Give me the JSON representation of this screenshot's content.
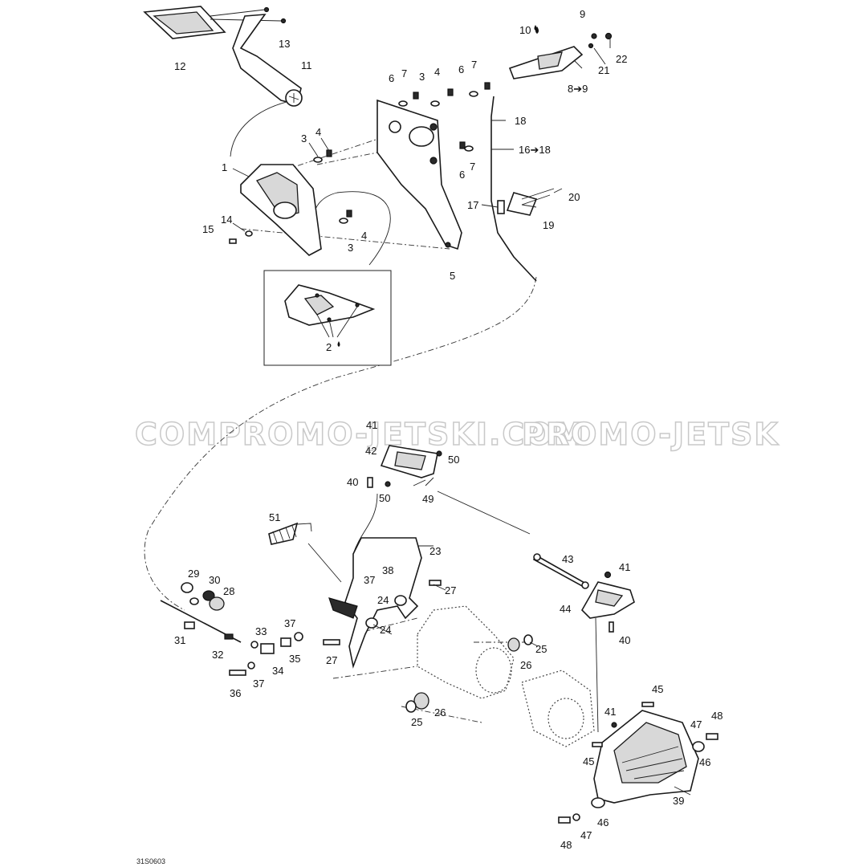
{
  "watermark": {
    "left": "COM",
    "middle": "PROMO-JETSKI.COM",
    "right": "PROMO-JETSK"
  },
  "drawing_ref": "31S0603",
  "callouts": {
    "c1": "1",
    "c2": "2",
    "c3a": "3",
    "c3b": "3",
    "c3c": "3",
    "c4a": "4",
    "c4b": "4",
    "c4c": "4",
    "c5": "5",
    "c6a": "6",
    "c6b": "6",
    "c6c": "6",
    "c7a": "7",
    "c7b": "7",
    "c7c": "7",
    "c8": "8➔9",
    "c9": "9",
    "c10": "10",
    "c11": "11",
    "c12": "12",
    "c13": "13",
    "c14": "14",
    "c15": "15",
    "c16": "16➔18",
    "c17": "17",
    "c18": "18",
    "c19": "19",
    "c20": "20",
    "c21": "21",
    "c22": "22",
    "c23": "23",
    "c24a": "24",
    "c24b": "24",
    "c25a": "25",
    "c25b": "25",
    "c26a": "26",
    "c26b": "26",
    "c27a": "27",
    "c27b": "27",
    "c28": "28",
    "c29": "29",
    "c30": "30",
    "c31": "31",
    "c32": "32",
    "c33": "33",
    "c34": "34",
    "c35": "35",
    "c36": "36",
    "c37a": "37",
    "c37b": "37",
    "c37c": "37",
    "c38": "38",
    "c39": "39",
    "c40a": "40",
    "c40b": "40",
    "c41a": "41",
    "c41b": "41",
    "c41c": "41",
    "c42": "42",
    "c43": "43",
    "c44": "44",
    "c45a": "45",
    "c45b": "45",
    "c46a": "46",
    "c46b": "46",
    "c47a": "47",
    "c47b": "47",
    "c48a": "48",
    "c48b": "48",
    "c49": "49",
    "c50a": "50",
    "c50b": "50",
    "c51": "51"
  }
}
